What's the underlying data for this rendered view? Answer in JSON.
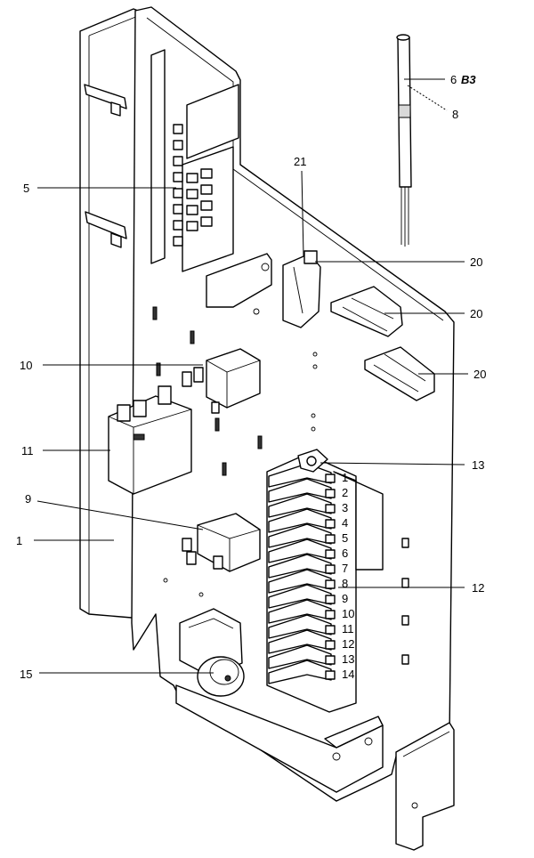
{
  "callouts": [
    {
      "id": "c1",
      "label": "1"
    },
    {
      "id": "c5",
      "label": "5"
    },
    {
      "id": "c6",
      "label": "6"
    },
    {
      "id": "cB3",
      "label": "B3"
    },
    {
      "id": "c8",
      "label": "8"
    },
    {
      "id": "c9",
      "label": "9"
    },
    {
      "id": "c10",
      "label": "10"
    },
    {
      "id": "c11",
      "label": "11"
    },
    {
      "id": "c12",
      "label": "12"
    },
    {
      "id": "c13",
      "label": "13"
    },
    {
      "id": "c15",
      "label": "15"
    },
    {
      "id": "c20a",
      "label": "20"
    },
    {
      "id": "c20b",
      "label": "20"
    },
    {
      "id": "c20c",
      "label": "20"
    },
    {
      "id": "c21",
      "label": "21"
    }
  ],
  "terminal_numbers": [
    "1",
    "2",
    "3",
    "4",
    "5",
    "6",
    "7",
    "8",
    "9",
    "10",
    "11",
    "12",
    "13",
    "14"
  ],
  "colors": {
    "ink": "#000000",
    "paper": "#ffffff",
    "shade": "#d9d9d9"
  }
}
